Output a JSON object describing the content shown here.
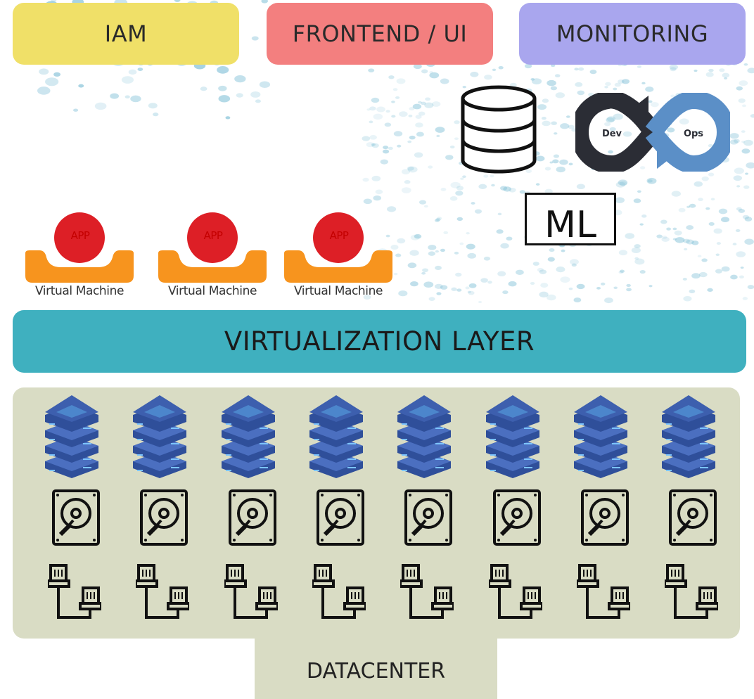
{
  "colors": {
    "iam": "#f0e068",
    "frontend": "#f37f7f",
    "monitoring": "#a9a6ee",
    "virtualization": "#3fb0bf",
    "datacenter": "#d9dcc4",
    "vm_tray": "#f7941e",
    "app_circle": "#dd1f26",
    "server": "#2f4f9a"
  },
  "top_boxes": {
    "iam": "IAM",
    "frontend": "FRONTEND / UI",
    "monitoring": "MONITORING"
  },
  "services": {
    "database_icon": "database-icon",
    "devops_logo": {
      "dev": "Dev",
      "ops": "Ops"
    },
    "ml_label": "ML"
  },
  "vms": [
    {
      "app": "APP",
      "label": "Virtual Machine"
    },
    {
      "app": "APP",
      "label": "Virtual Machine"
    },
    {
      "app": "APP",
      "label": "Virtual Machine"
    }
  ],
  "virtualization_layer": "VIRTUALIZATION LAYER",
  "datacenter": {
    "label": "DATACENTER",
    "column_count": 8,
    "icons": [
      "server-stack-icon",
      "hard-drive-icon",
      "network-cable-icon"
    ]
  }
}
